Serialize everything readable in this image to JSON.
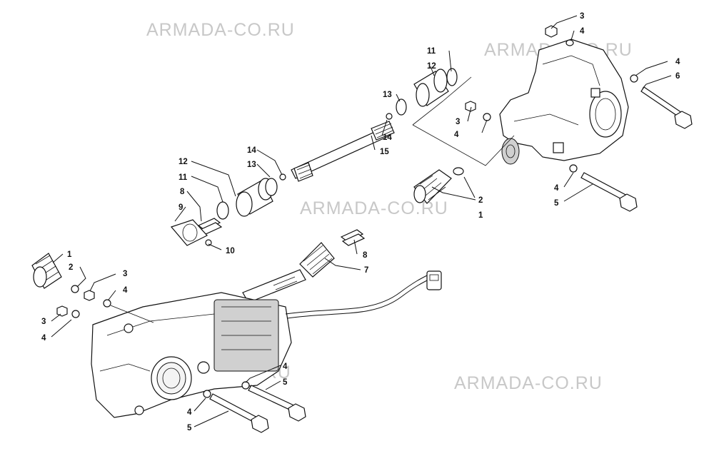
{
  "watermark_text": "ARMADA-CO.RU",
  "callouts": [
    "1",
    "2",
    "3",
    "4",
    "5",
    "6",
    "7",
    "8",
    "9",
    "10",
    "11",
    "12",
    "13",
    "14",
    "15"
  ]
}
